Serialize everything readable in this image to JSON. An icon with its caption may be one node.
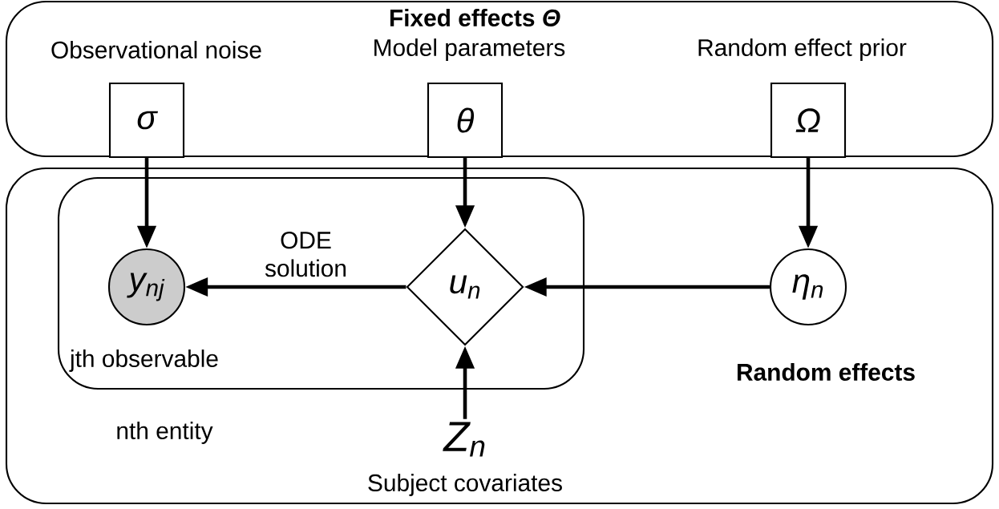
{
  "diagram": {
    "nodes": [
      {
        "text": [
          "Fixed effects *Θ*"
        ]
      },
      {
        "text": [
          "Observational noise",
          "σ"
        ],
        "in": 0
      },
      {
        "text": [
          "Model parameters",
          "θ"
        ],
        "in": 0
      },
      {
        "text": [
          "Random effect prior",
          "Ω"
        ],
        "in": 0
      },
      {
        "text": [
          "nth entity",
          "Random effects"
        ]
      },
      {
        "text": [
          "jth observable"
        ],
        "in": 4
      },
      {
        "text": [
          "y$_{nj}$"
        ],
        "in": 5
      },
      {
        "text": [
          "u$_{n}$"
        ],
        "in": 5
      },
      {
        "text": [
          "η$_{n}$"
        ],
        "in": 4
      },
      {
        "text": [
          "Z$_{n}$"
        ],
        "beside": [
          "Subject covariates"
        ],
        "in": 4
      }
    ],
    "edges": [
      {
        "from": 1,
        "to": 6,
        "arrow": "to"
      },
      {
        "from": 2,
        "to": 7,
        "arrow": "to"
      },
      {
        "from": 3,
        "to": 8,
        "arrow": "to"
      },
      {
        "from": 8,
        "to": 7,
        "arrow": "to"
      },
      {
        "from": 7,
        "to": 6,
        "arrow": "to",
        "label": "ODE solution"
      },
      {
        "from": 9,
        "to": 7,
        "arrow": "to"
      }
    ]
  }
}
